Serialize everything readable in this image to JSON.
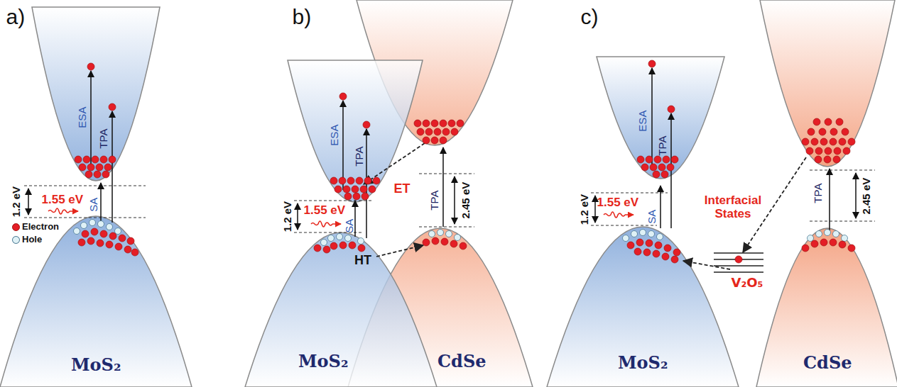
{
  "diagram": {
    "labels": [
      "a)",
      "ESA",
      "TPA",
      "1.2 eV",
      "1.55 eV",
      "SA",
      "MoS₂",
      "b)",
      "ESA",
      "TPA",
      "ET",
      "TPA",
      "2.45 eV",
      "1.2 eV",
      "1.55 eV",
      "SA",
      "HT",
      "MoS₂",
      "CdSe",
      "c)",
      "ESA",
      "TPA",
      "Interfacial States",
      "TPA",
      "2.45 eV",
      "1.2 eV",
      "1.55 eV",
      "SA",
      "V₂O₅",
      "MoS₂",
      "CdSe"
    ],
    "legend": [
      {
        "text": "Electron",
        "color": "#e41e26"
      },
      {
        "text": "Hole",
        "color": "#dff1f6"
      }
    ]
  }
}
